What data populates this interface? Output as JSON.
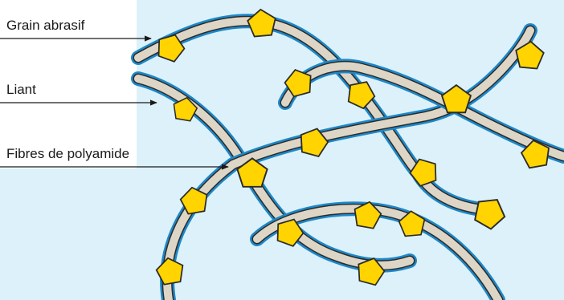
{
  "labels": {
    "grain": "Grain abrasif",
    "liant": "Liant",
    "fibres": "Fibres de polyamide"
  },
  "colors": {
    "background": "#dcf1fa",
    "binder": "#1e88c8",
    "fibre_outline": "#2b2b2b",
    "fibre_fill": "#ddd6c6",
    "grain_fill": "#ffd400",
    "grain_outline": "#2b2b2b",
    "text": "#1a1a1a"
  }
}
